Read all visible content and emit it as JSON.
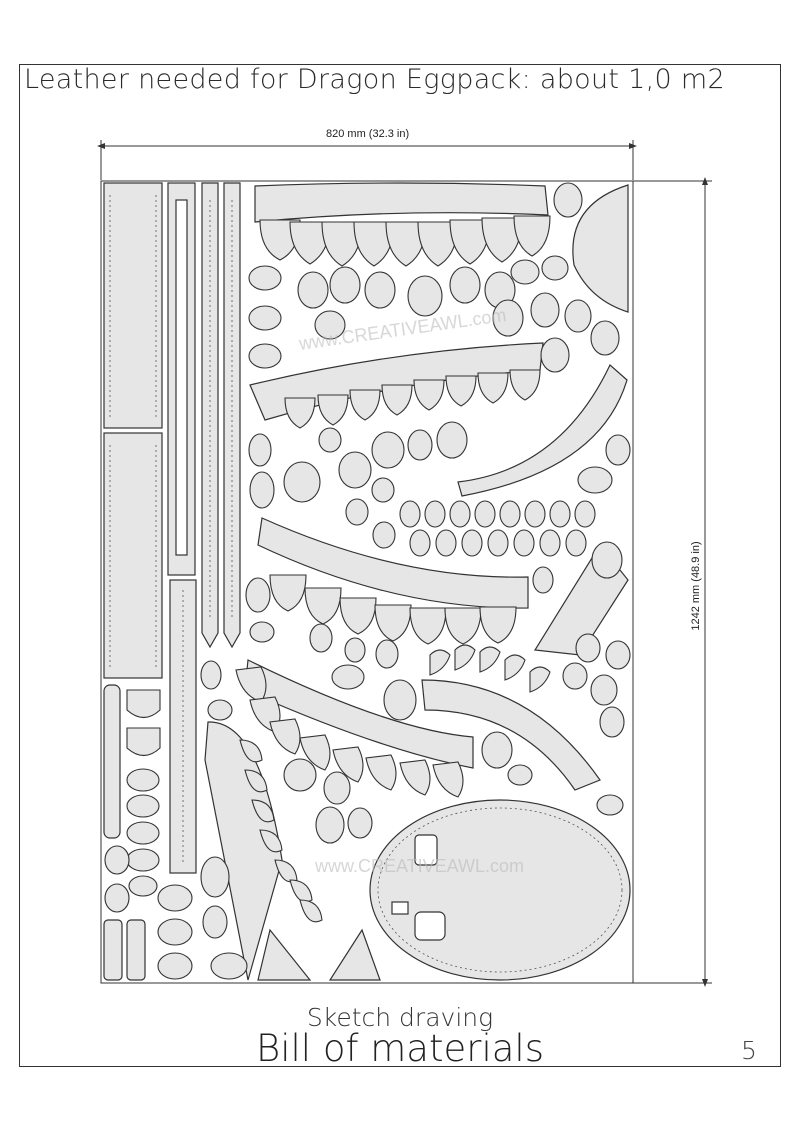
{
  "header": {
    "title": "Leather needed for Dragon Eggpack:   about 1,0 m2"
  },
  "sheet": {
    "width_label": "820 mm (32.3 in)",
    "height_label": "1242 mm (48.9 in)",
    "watermark_text": "www.CREATIVEAWL.com"
  },
  "footer": {
    "subtitle": "Sketch draving",
    "heading": "Bill of  materials",
    "page_number": "5"
  },
  "colors": {
    "piece_fill": "#e6e6e6",
    "outline": "#333333",
    "background": "#ffffff"
  }
}
